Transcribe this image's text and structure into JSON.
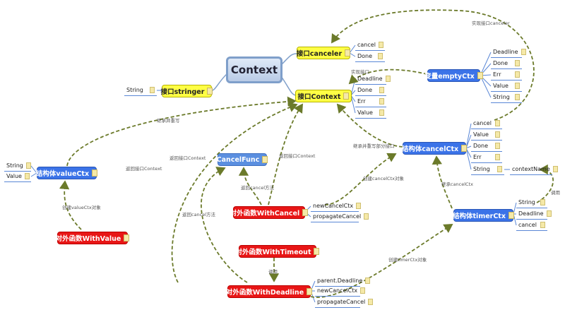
{
  "central": "Context",
  "nodes": {
    "canceler": "接口canceler",
    "context_iface": "接口Context",
    "stringer": "接口stringer",
    "emptyctx": "变量emptyCtx",
    "cancelctx": "结构体cancelCtx",
    "valuectx": "结构体valueCtx",
    "cancelfunc": "CancelFunc",
    "timerctx": "结构体timerCtx",
    "withcancel": "对外函数WithCancel",
    "withvalue": "对外函数WithValue",
    "withtimeout": "对外函数WithTimeout",
    "withdeadline": "对外函数WithDeadline"
  },
  "leaves": {
    "canceler": [
      "cancel",
      "Done"
    ],
    "context_iface": [
      "Deadline",
      "Done",
      "Err",
      "Value"
    ],
    "stringer": [
      "String"
    ],
    "emptyctx": [
      "Deadline",
      "Done",
      "Err",
      "Value",
      "String"
    ],
    "cancelctx": [
      "cancel",
      "Value",
      "Done",
      "Err",
      "String"
    ],
    "cancelctx_sub": "contextName",
    "valuectx": [
      "String",
      "Value"
    ],
    "timerctx": [
      "String",
      "Deadline",
      "cancel"
    ],
    "withcancel": [
      "newCancelCtx",
      "propagateCancel"
    ],
    "withdeadline": [
      "parent.Deadline",
      "newCancelCtx",
      "propagateCancel"
    ]
  },
  "edge_labels": {
    "impl_canceler": "实现接口canceler",
    "impl_context": "实现接口",
    "inherit_override_1": "继承并重写",
    "return_context_1": "返回接口Context",
    "return_context_2": "返回接口Context",
    "return_context_3": "返回接口Context",
    "inherit_override_partial": "继承并重写部分接口",
    "return_cancel_1": "返回cancel方法",
    "return_cancel_2": "返回cancel方法",
    "create_cancelctx": "创建cancelCtx对象",
    "create_valuectx": "创建valueCtx对象",
    "inherit_cancelctx": "继承cancelCtx",
    "call_1": "调用",
    "call_2": "调用",
    "create_timerctx": "创建timerCtx对象"
  },
  "colors": {
    "interface": "#ffff44",
    "struct": "#3b73e8",
    "function": "#e81616",
    "edge_dashed": "#6b7a2a",
    "leaf_line": "#5a87d6"
  }
}
